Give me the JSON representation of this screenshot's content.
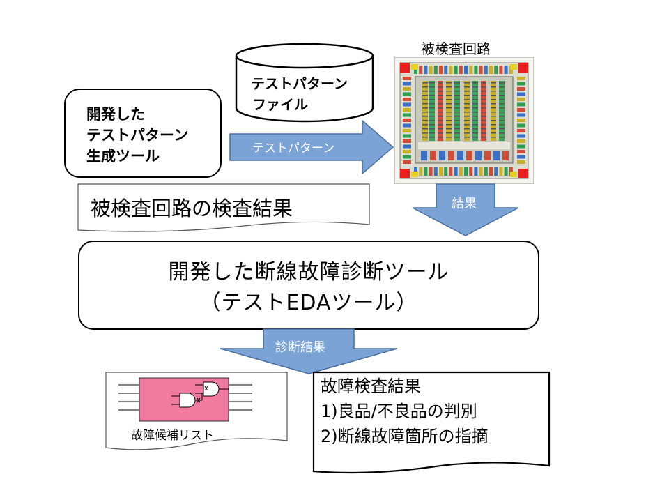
{
  "tool_box": {
    "lines": [
      "開発した",
      "テストパターン",
      "生成ツール"
    ]
  },
  "database": {
    "lines": [
      "テストパターン",
      "ファイル"
    ]
  },
  "chip": {
    "title": "被検査回路"
  },
  "arrow_pattern": {
    "label": "テストパターン"
  },
  "arrow_result": {
    "label": "結果"
  },
  "inspection_doc": {
    "label": "被検査回路の検査結果"
  },
  "main_tool": {
    "line1": "開発した断線故障診断ツール",
    "line2": "（テストEDAツール）"
  },
  "arrow_diagnosis": {
    "label": "診断結果"
  },
  "candidate_doc": {
    "label": "故障候補リスト"
  },
  "result_doc": {
    "lines": [
      "故障検査結果",
      "1)良品/不良品の判別",
      "2)断線故障箇所の指摘"
    ]
  },
  "colors": {
    "arrow_fill": "#7ba3d6",
    "arrow_stroke": "#4a6fa0",
    "circuit_fill": "#f07aa0"
  }
}
